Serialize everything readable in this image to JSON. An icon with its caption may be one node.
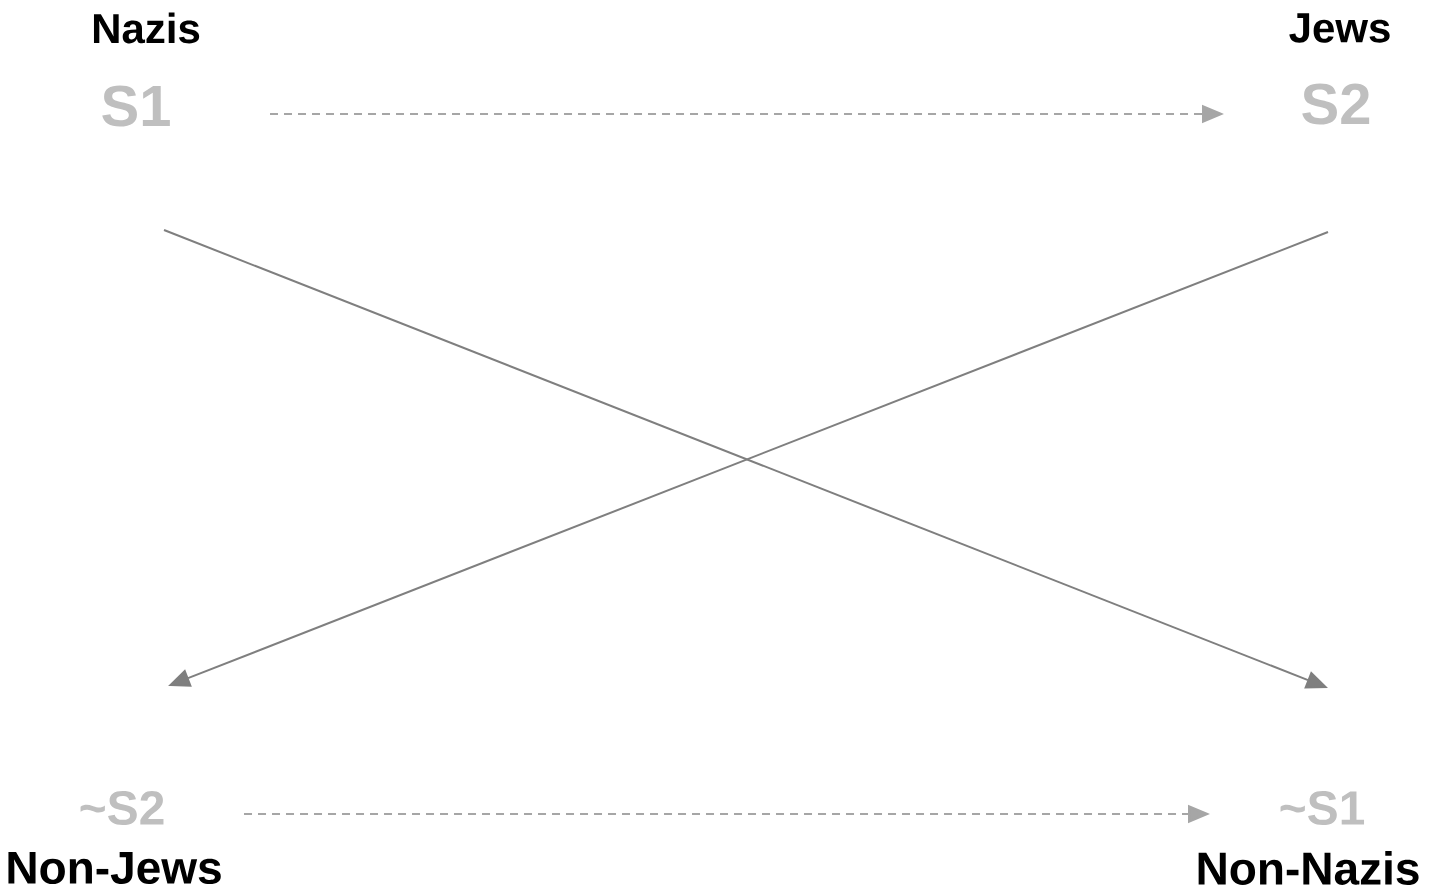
{
  "diagram": {
    "nodes": [
      {
        "text": [
          "S1"
        ],
        "beside": [
          "Nazis"
        ]
      },
      {
        "text": [
          "S2"
        ],
        "beside": [
          "Jews"
        ]
      },
      {
        "text": [
          "~S2"
        ],
        "beside": [
          "Non-Jews"
        ]
      },
      {
        "text": [
          "~S1"
        ],
        "beside": [
          "Non-Nazis"
        ]
      }
    ],
    "edges": [
      {
        "from": 0,
        "to": 1,
        "arrow": "to",
        "style": "dashed",
        "color": "#a6a6a6"
      },
      {
        "from": 0,
        "to": 3,
        "arrow": "to"
      },
      {
        "from": 1,
        "to": 2,
        "arrow": "to"
      },
      {
        "from": 2,
        "to": 3,
        "arrow": "to",
        "style": "dashed",
        "color": "#a6a6a6"
      }
    ]
  }
}
